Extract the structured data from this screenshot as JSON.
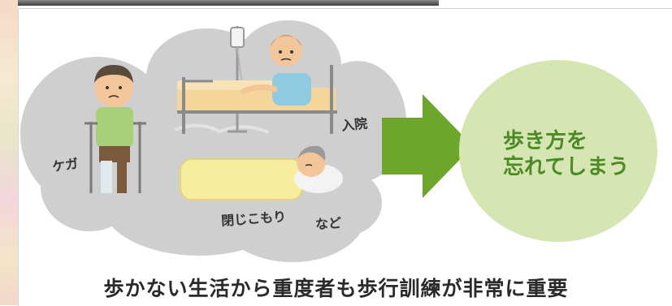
{
  "clouds": {
    "injury_label": "ケガ",
    "hospital_label": "入院",
    "withdrawal_label": "閉じこもり",
    "etc_label": "など"
  },
  "result": {
    "line1": "歩き方を",
    "line2": "忘れてしまう"
  },
  "caption": "歩かない生活から重度者も歩行訓練が非常に重要",
  "colors": {
    "cloud": "#cfcfcf",
    "arrow": "#6ea52b",
    "result_circle": "#d6e6b3",
    "result_text": "#4c8a25",
    "bed_sheet": "#f6ee9c"
  }
}
